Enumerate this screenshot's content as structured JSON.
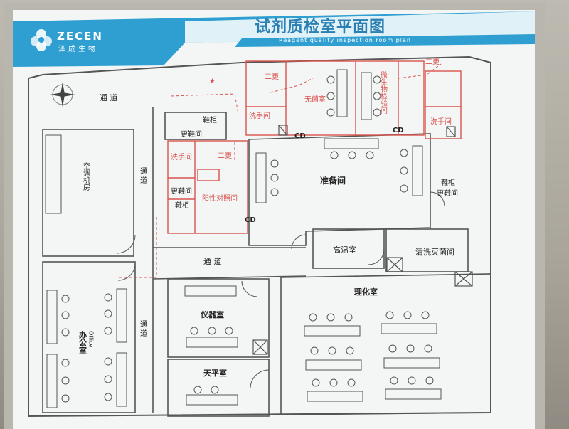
{
  "header": {
    "title": "试剂质检室平面图",
    "subtitle": "Reagent quality inspection room plan",
    "brand": "ZECEN",
    "brand_cn": "泽成生物"
  },
  "rooms": {
    "passage_top": "通 道",
    "ac_room": "空调机房",
    "passage_left_upper": "通\n道",
    "passage_middle": "通 道",
    "passage_left_lower": "通\n道",
    "office": "办公室",
    "office_en": "Office",
    "second_change_top": "二更",
    "sterile_room": "无菌室",
    "shoe_cabinet_top": "鞋柜",
    "shoe_change_top": "更鞋间",
    "wash_top": "洗手间",
    "cd_1": "CD",
    "micro_room": "微生物检验间",
    "second_change_right": "二更",
    "wash_right": "洗手间",
    "cd_2": "CD",
    "wash_left": "洗手间",
    "second_change_left": "二更",
    "shoe_change_left": "更鞋间",
    "shoe_cabinet_left": "鞋柜",
    "positive_control": "阳性对照间",
    "prep_room": "准备间",
    "cd_3": "CD",
    "shoe_cabinet_right": "鞋柜",
    "shoe_change_right": "更鞋间",
    "high_temp": "高温室",
    "wash_sterilize": "清洗灭菌间",
    "instrument_room": "仪器室",
    "physchem_room": "理化室",
    "balance_room": "天平室"
  }
}
